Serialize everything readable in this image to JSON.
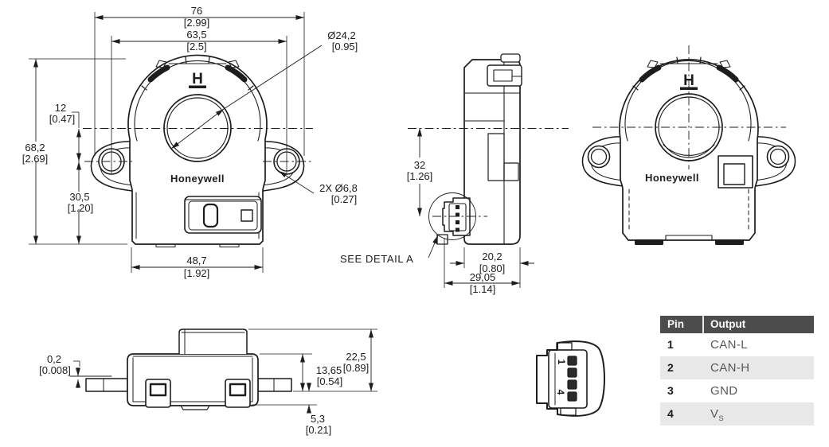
{
  "views": {
    "front": {
      "logo": "Honeywell",
      "logo_mark": "H",
      "dims": {
        "width": {
          "mm": "76",
          "in": "[2.99]"
        },
        "hole_span": {
          "mm": "63,5",
          "in": "[2.5]"
        },
        "bore": {
          "mm": "Ø24,2",
          "in": "[0.95]"
        },
        "center_offset": {
          "mm": "12",
          "in": "[0.47]"
        },
        "height": {
          "mm": "68,2",
          "in": "[2.69]"
        },
        "hole_to_base": {
          "mm": "30,5",
          "in": "[1.20]"
        },
        "base_width": {
          "mm": "48,7",
          "in": "[1.92]"
        },
        "mount_holes": {
          "mm": "2X Ø6,8",
          "in": "[0.27]"
        }
      }
    },
    "side": {
      "callout": "SEE DETAIL A",
      "dims": {
        "center_to_pin": {
          "mm": "32",
          "in": "[1.26]"
        },
        "depth_body": {
          "mm": "20,2",
          "in": "[0.80]"
        },
        "depth_total": {
          "mm": "29,05",
          "in": "[1.14]"
        }
      }
    },
    "back": {
      "logo": "Honeywell",
      "logo_mark": "H"
    },
    "bottom": {
      "dims": {
        "standoff": {
          "mm": "0,2",
          "in": "[0.008]"
        },
        "total_height": {
          "mm": "22,5",
          "in": "[0.89]"
        },
        "body_height": {
          "mm": "13,65",
          "in": "[0.54]"
        },
        "clip_height": {
          "mm": "5,3",
          "in": "[0.21]"
        }
      }
    },
    "detail_a": {
      "pin_first": "1",
      "pin_last": "4"
    }
  },
  "pin_table": {
    "header": {
      "pin": "Pin",
      "output": "Output"
    },
    "rows": [
      {
        "pin": "1",
        "output": "CAN-L",
        "output_sub": ""
      },
      {
        "pin": "2",
        "output": "CAN-H",
        "output_sub": ""
      },
      {
        "pin": "3",
        "output": "GND",
        "output_sub": ""
      },
      {
        "pin": "4",
        "output": "V",
        "output_sub": "S"
      }
    ],
    "colors": {
      "header_bg": "#4c4c4c",
      "header_text": "#ffffff",
      "row_stripe": "#e8e8e8",
      "output_text": "#575757",
      "line_color": "#1d1d1d"
    }
  }
}
